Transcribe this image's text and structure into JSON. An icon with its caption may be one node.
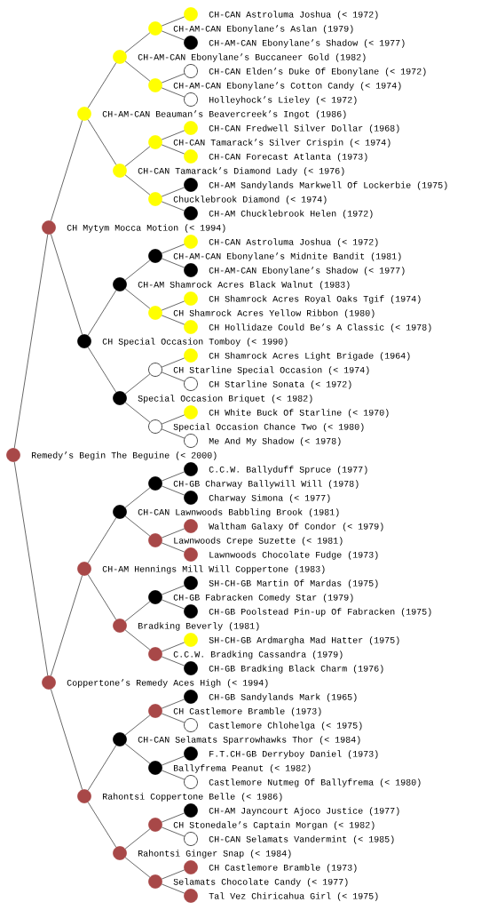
{
  "diagram": {
    "nodes": [
      {
        "text": [
          "CH-CAN Astroluma Joshua (< 1972)"
        ]
      },
      {
        "text": [
          "CH-AM-CAN Ebonylane’s Aslan (1979)"
        ]
      },
      {
        "text": [
          "CH-AM-CAN Ebonylane’s Shadow (< 1977)"
        ]
      },
      {
        "text": [
          "CH-AM-CAN Ebonylane’s Buccaneer Gold (1982)"
        ]
      },
      {
        "text": [
          "CH-CAN Elden’s Duke Of Ebonylane (< 1972)"
        ]
      },
      {
        "text": [
          "CH-AM-CAN Ebonylane’s Cotton Candy (< 1974)"
        ]
      },
      {
        "text": [
          "Holleyhock’s Lieley (< 1972)"
        ]
      },
      {
        "text": [
          "CH-AM-CAN Beauman’s Beavercreek’s Ingot (1986)"
        ]
      },
      {
        "text": [
          "CH-CAN Fredwell Silver Dollar (1968)"
        ]
      },
      {
        "text": [
          "CH-CAN Tamarack’s Silver Crispin (< 1974)"
        ]
      },
      {
        "text": [
          "CH-CAN Forecast Atlanta (1973)"
        ]
      },
      {
        "text": [
          "CH-CAN Tamarack’s Diamond Lady (< 1976)"
        ]
      },
      {
        "text": [
          "CH-AM Sandylands Markwell Of Lockerbie (1975)"
        ]
      },
      {
        "text": [
          "Chucklebrook Diamond (< 1974)"
        ]
      },
      {
        "text": [
          "CH-AM Chucklebrook Helen (1972)"
        ]
      },
      {
        "text": [
          "CH Mytym Mocca Motion (< 1994)"
        ]
      },
      {
        "text": [
          "CH-CAN Astroluma Joshua (< 1972)"
        ]
      },
      {
        "text": [
          "CH-AM-CAN Ebonylane’s Midnite Bandit (1981)"
        ]
      },
      {
        "text": [
          "CH-AM-CAN Ebonylane’s Shadow (< 1977)"
        ]
      },
      {
        "text": [
          "CH-AM Shamrock Acres Black Walnut (1983)"
        ]
      },
      {
        "text": [
          "CH Shamrock Acres Royal Oaks Tgif (1974)"
        ]
      },
      {
        "text": [
          "CH Shamrock Acres Yellow Ribbon (1980)"
        ]
      },
      {
        "text": [
          "CH Hollidaze Could Be’s A Classic (< 1978)"
        ]
      },
      {
        "text": [
          "CH Special Occasion Tomboy (< 1990)"
        ]
      },
      {
        "text": [
          "CH Shamrock Acres Light Brigade (1964)"
        ]
      },
      {
        "text": [
          "CH Starline Special Occasion (< 1974)"
        ]
      },
      {
        "text": [
          "CH Starline Sonata (< 1972)"
        ]
      },
      {
        "text": [
          "Special Occasion Briquet (< 1982)"
        ]
      },
      {
        "text": [
          "CH White Buck Of Starline (< 1970)"
        ]
      },
      {
        "text": [
          "Special Occasion Chance Two (< 1980)"
        ]
      },
      {
        "text": [
          "Me And My Shadow (< 1978)"
        ]
      },
      {
        "text": [
          "Remedy’s Begin The Beguine (< 2000)"
        ]
      },
      {
        "text": [
          "C.C.W. Ballyduff Spruce (1977)"
        ]
      },
      {
        "text": [
          "CH-GB Charway Ballywill Will (1978)"
        ]
      },
      {
        "text": [
          "Charway Simona (< 1977)"
        ]
      },
      {
        "text": [
          "CH-CAN Lawnwoods Babbling Brook (1981)"
        ]
      },
      {
        "text": [
          "Waltham Galaxy Of Condor (< 1979)"
        ]
      },
      {
        "text": [
          "Lawnwoods Crepe Suzette (< 1981)"
        ]
      },
      {
        "text": [
          "Lawnwoods Chocolate Fudge (1973)"
        ]
      },
      {
        "text": [
          "CH-AM Hennings Mill Will Coppertone (1983)"
        ]
      },
      {
        "text": [
          "SH-CH-GB Martin Of Mardas (1975)"
        ]
      },
      {
        "text": [
          "CH-GB Fabracken Comedy Star (1979)"
        ]
      },
      {
        "text": [
          "CH-GB Poolstead Pin-up Of Fabracken (1975)"
        ]
      },
      {
        "text": [
          "Bradking Beverly (1981)"
        ]
      },
      {
        "text": [
          "SH-CH-GB Ardmargha Mad Hatter (1975)"
        ]
      },
      {
        "text": [
          "C.C.W. Bradking Cassandra (1979)"
        ]
      },
      {
        "text": [
          "CH-GB Bradking Black Charm (1976)"
        ]
      },
      {
        "text": [
          "Coppertone’s Remedy Aces High (< 1994)"
        ]
      },
      {
        "text": [
          "CH-GB Sandylands Mark (1965)"
        ]
      },
      {
        "text": [
          "CH Castlemore Bramble (1973)"
        ]
      },
      {
        "text": [
          "Castlemore Chlohelga (< 1975)"
        ]
      },
      {
        "text": [
          "CH-CAN Selamats Sparrowhawks Thor (< 1984)"
        ]
      },
      {
        "text": [
          "F.T.CH-GB Derryboy Daniel (1973)"
        ]
      },
      {
        "text": [
          "Ballyfrema Peanut (< 1982)"
        ]
      },
      {
        "text": [
          "Castlemore Nutmeg Of Ballyfrema (< 1980)"
        ]
      },
      {
        "text": [
          "Rahontsi Coppertone Belle (< 1986)"
        ]
      },
      {
        "text": [
          "CH-AM Jayncourt Ajoco Justice (1977)"
        ]
      },
      {
        "text": [
          "CH Stonedale’s Captain Morgan (< 1982)"
        ]
      },
      {
        "text": [
          "CH-CAN Selamats Vandermint (< 1985)"
        ]
      },
      {
        "text": [
          "Rahontsi Ginger Snap (< 1984)"
        ]
      },
      {
        "text": [
          "CH Castlemore Bramble (1973)"
        ]
      },
      {
        "text": [
          "Selamats Chocolate Candy (< 1977)"
        ]
      },
      {
        "text": [
          "Tal Vez Chiricahua Girl (< 1975)"
        ]
      }
    ],
    "edges": [
      {
        "from": 1,
        "to": 0,
        "arrow": "none"
      },
      {
        "from": 1,
        "to": 2,
        "arrow": "none"
      },
      {
        "from": 3,
        "to": 1,
        "arrow": "none"
      },
      {
        "from": 3,
        "to": 5,
        "arrow": "none"
      },
      {
        "from": 5,
        "to": 4,
        "arrow": "none"
      },
      {
        "from": 5,
        "to": 6,
        "arrow": "none"
      },
      {
        "from": 7,
        "to": 3,
        "arrow": "none"
      },
      {
        "from": 7,
        "to": 11,
        "arrow": "none"
      },
      {
        "from": 9,
        "to": 8,
        "arrow": "none"
      },
      {
        "from": 9,
        "to": 10,
        "arrow": "none"
      },
      {
        "from": 11,
        "to": 9,
        "arrow": "none"
      },
      {
        "from": 11,
        "to": 13,
        "arrow": "none"
      },
      {
        "from": 13,
        "to": 12,
        "arrow": "none"
      },
      {
        "from": 13,
        "to": 14,
        "arrow": "none"
      },
      {
        "from": 15,
        "to": 7,
        "arrow": "none"
      },
      {
        "from": 15,
        "to": 23,
        "arrow": "none"
      },
      {
        "from": 17,
        "to": 16,
        "arrow": "none"
      },
      {
        "from": 17,
        "to": 18,
        "arrow": "none"
      },
      {
        "from": 19,
        "to": 17,
        "arrow": "none"
      },
      {
        "from": 19,
        "to": 21,
        "arrow": "none"
      },
      {
        "from": 21,
        "to": 20,
        "arrow": "none"
      },
      {
        "from": 21,
        "to": 22,
        "arrow": "none"
      },
      {
        "from": 23,
        "to": 19,
        "arrow": "none"
      },
      {
        "from": 23,
        "to": 27,
        "arrow": "none"
      },
      {
        "from": 25,
        "to": 24,
        "arrow": "none"
      },
      {
        "from": 25,
        "to": 26,
        "arrow": "none"
      },
      {
        "from": 27,
        "to": 25,
        "arrow": "none"
      },
      {
        "from": 27,
        "to": 29,
        "arrow": "none"
      },
      {
        "from": 29,
        "to": 28,
        "arrow": "none"
      },
      {
        "from": 29,
        "to": 30,
        "arrow": "none"
      },
      {
        "from": 31,
        "to": 15,
        "arrow": "none"
      },
      {
        "from": 31,
        "to": 47,
        "arrow": "none"
      },
      {
        "from": 33,
        "to": 32,
        "arrow": "none"
      },
      {
        "from": 33,
        "to": 34,
        "arrow": "none"
      },
      {
        "from": 35,
        "to": 33,
        "arrow": "none"
      },
      {
        "from": 35,
        "to": 37,
        "arrow": "none"
      },
      {
        "from": 37,
        "to": 36,
        "arrow": "none"
      },
      {
        "from": 37,
        "to": 38,
        "arrow": "none"
      },
      {
        "from": 39,
        "to": 35,
        "arrow": "none"
      },
      {
        "from": 39,
        "to": 43,
        "arrow": "none"
      },
      {
        "from": 41,
        "to": 40,
        "arrow": "none"
      },
      {
        "from": 41,
        "to": 42,
        "arrow": "none"
      },
      {
        "from": 43,
        "to": 41,
        "arrow": "none"
      },
      {
        "from": 43,
        "to": 45,
        "arrow": "none"
      },
      {
        "from": 45,
        "to": 44,
        "arrow": "none"
      },
      {
        "from": 45,
        "to": 46,
        "arrow": "none"
      },
      {
        "from": 47,
        "to": 39,
        "arrow": "none"
      },
      {
        "from": 47,
        "to": 55,
        "arrow": "none"
      },
      {
        "from": 49,
        "to": 48,
        "arrow": "none"
      },
      {
        "from": 49,
        "to": 50,
        "arrow": "none"
      },
      {
        "from": 51,
        "to": 49,
        "arrow": "none"
      },
      {
        "from": 51,
        "to": 53,
        "arrow": "none"
      },
      {
        "from": 53,
        "to": 52,
        "arrow": "none"
      },
      {
        "from": 53,
        "to": 54,
        "arrow": "none"
      },
      {
        "from": 55,
        "to": 51,
        "arrow": "none"
      },
      {
        "from": 55,
        "to": 59,
        "arrow": "none"
      },
      {
        "from": 57,
        "to": 56,
        "arrow": "none"
      },
      {
        "from": 57,
        "to": 58,
        "arrow": "none"
      },
      {
        "from": 59,
        "to": 57,
        "arrow": "none"
      },
      {
        "from": 59,
        "to": 61,
        "arrow": "none"
      },
      {
        "from": 61,
        "to": 60,
        "arrow": "none"
      },
      {
        "from": 61,
        "to": 62,
        "arrow": "none"
      }
    ]
  }
}
